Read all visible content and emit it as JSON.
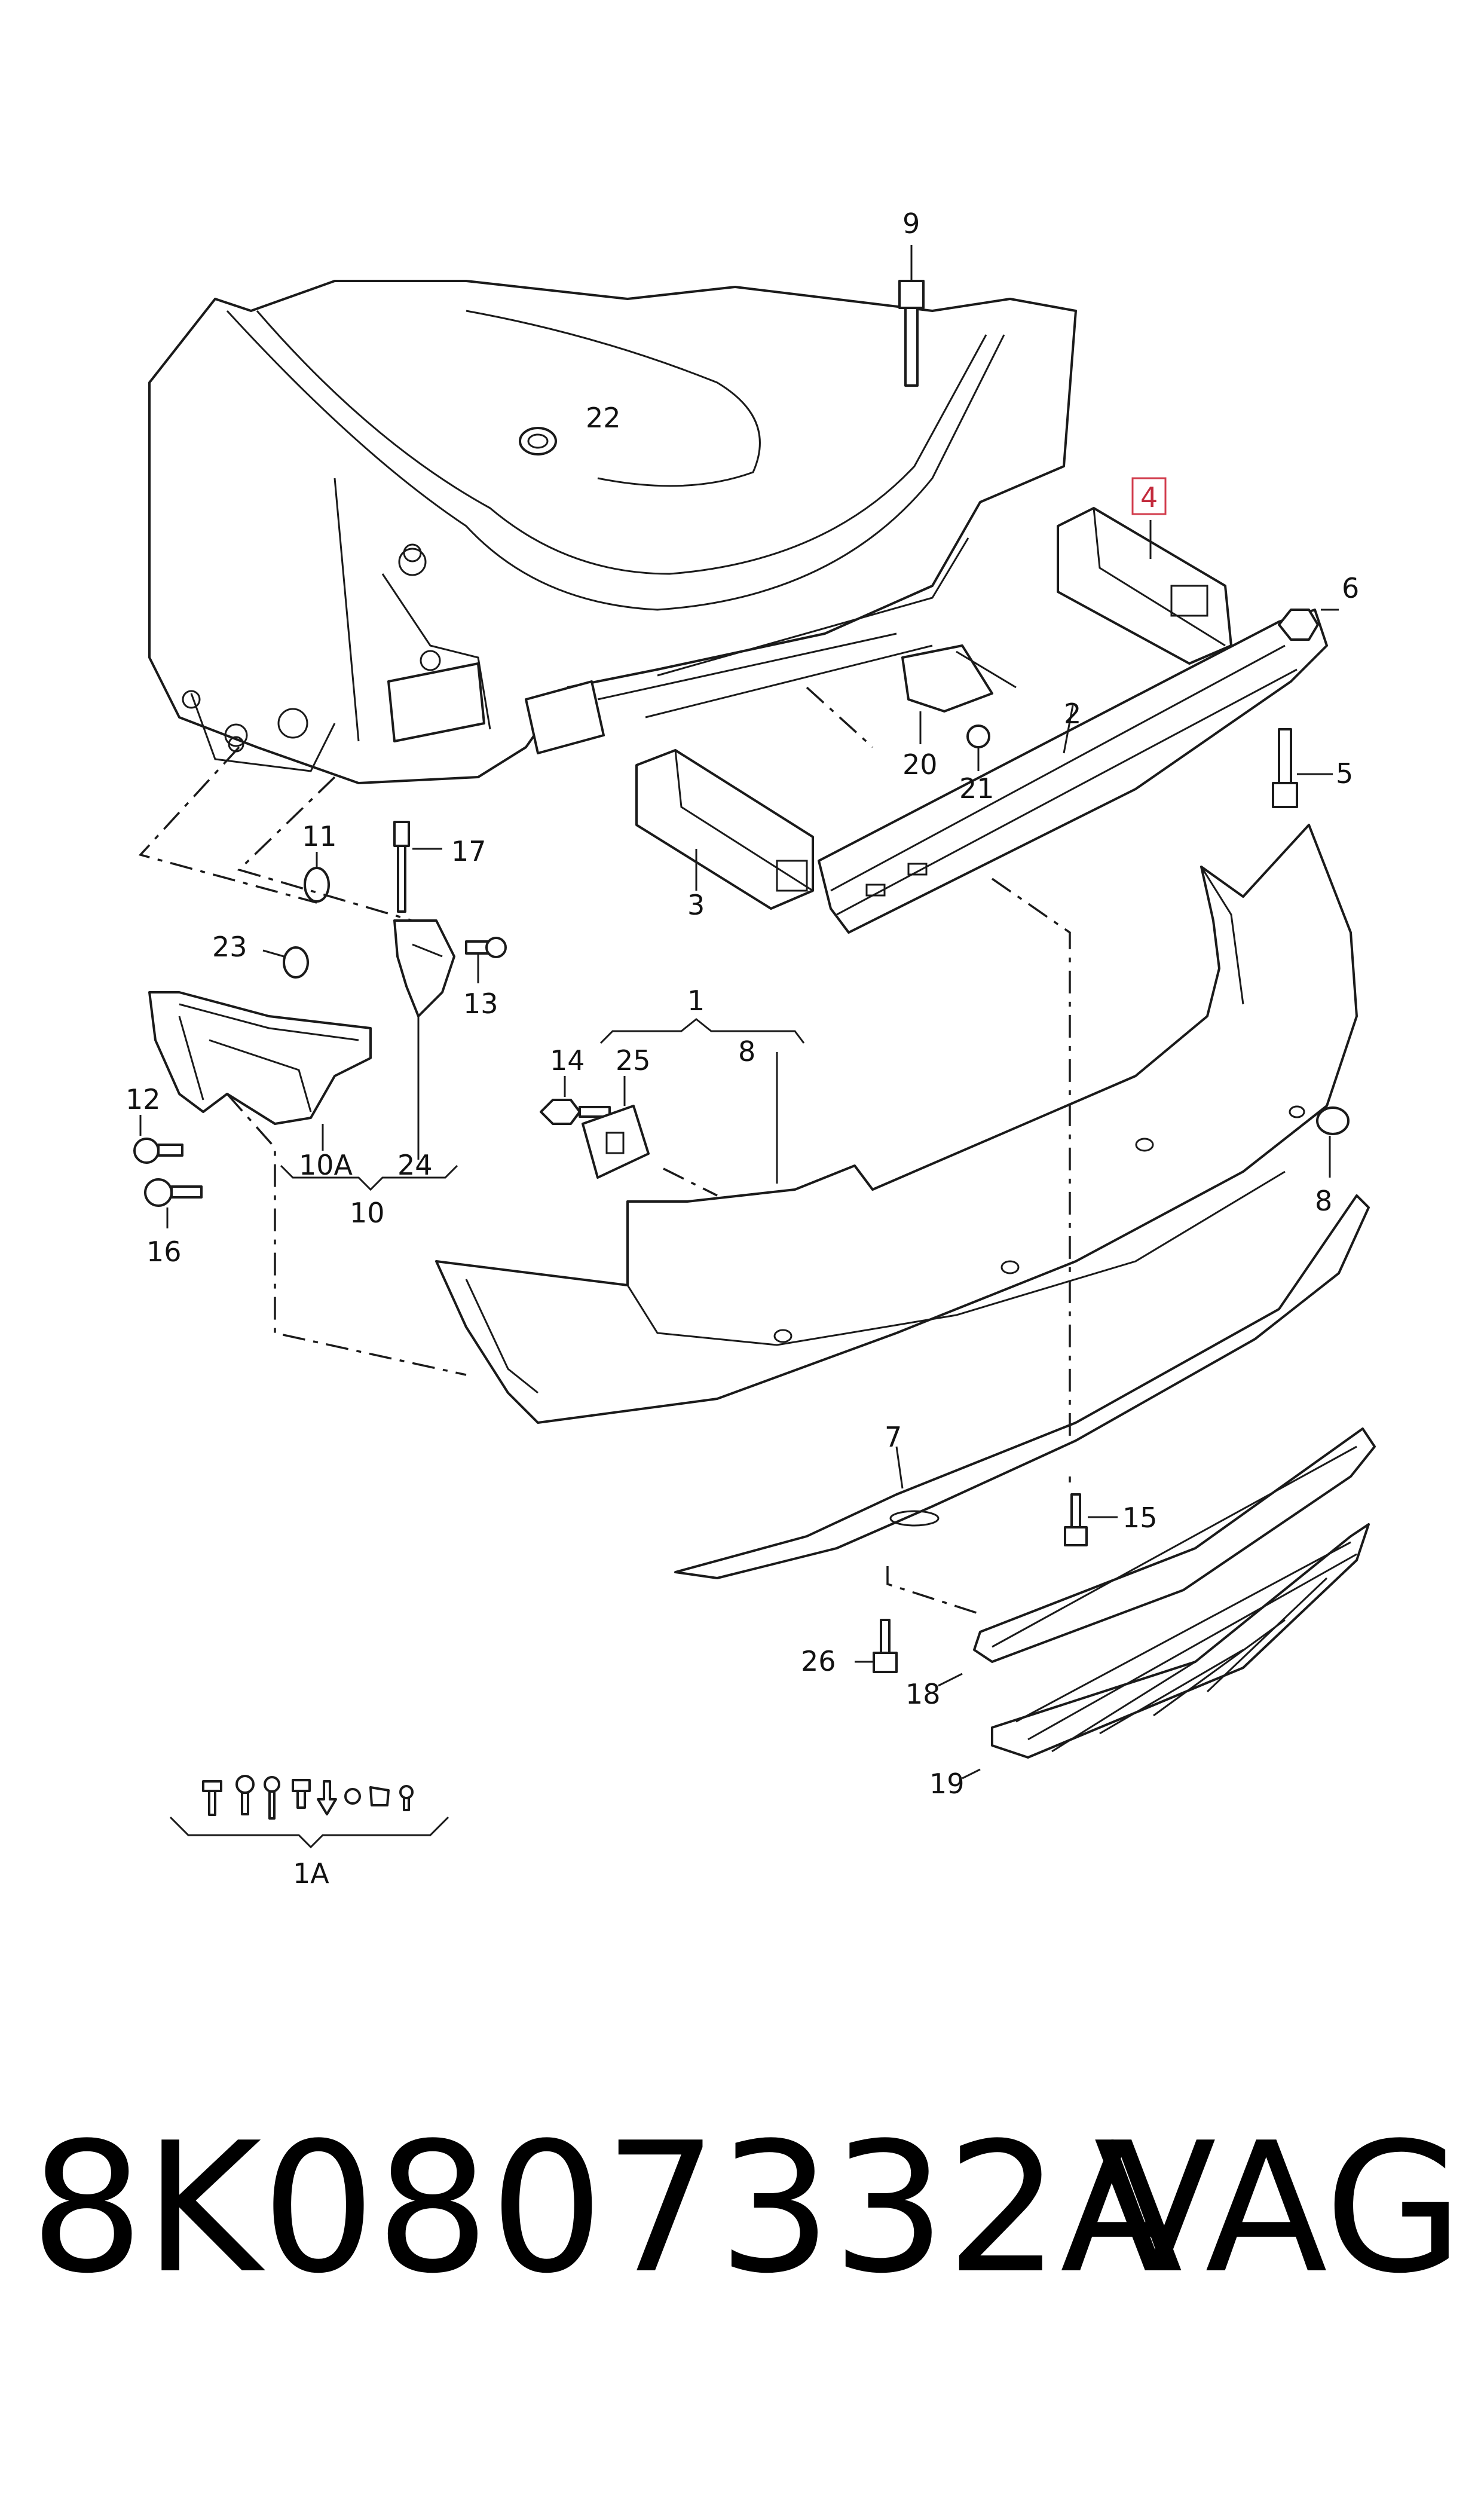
{
  "callouts": {
    "c1": "1",
    "c1A": "1A",
    "c2": "2",
    "c3": "3",
    "c4": "4",
    "c5": "5",
    "c6": "6",
    "c7": "7",
    "c8a": "8",
    "c8b": "8",
    "c9": "9",
    "c10": "10",
    "c10A": "10A",
    "c11": "11",
    "c12": "12",
    "c13": "13",
    "c14": "14",
    "c15": "15",
    "c16": "16",
    "c17": "17",
    "c18": "18",
    "c19": "19",
    "c20": "20",
    "c21": "21",
    "c22": "22",
    "c23": "23",
    "c24": "24",
    "c25": "25",
    "c26": "26"
  },
  "highlighted_callout": "4",
  "highlight_color": "#d23c4c",
  "footer": {
    "part_number": "8K0807332A",
    "brand": "VAG"
  }
}
